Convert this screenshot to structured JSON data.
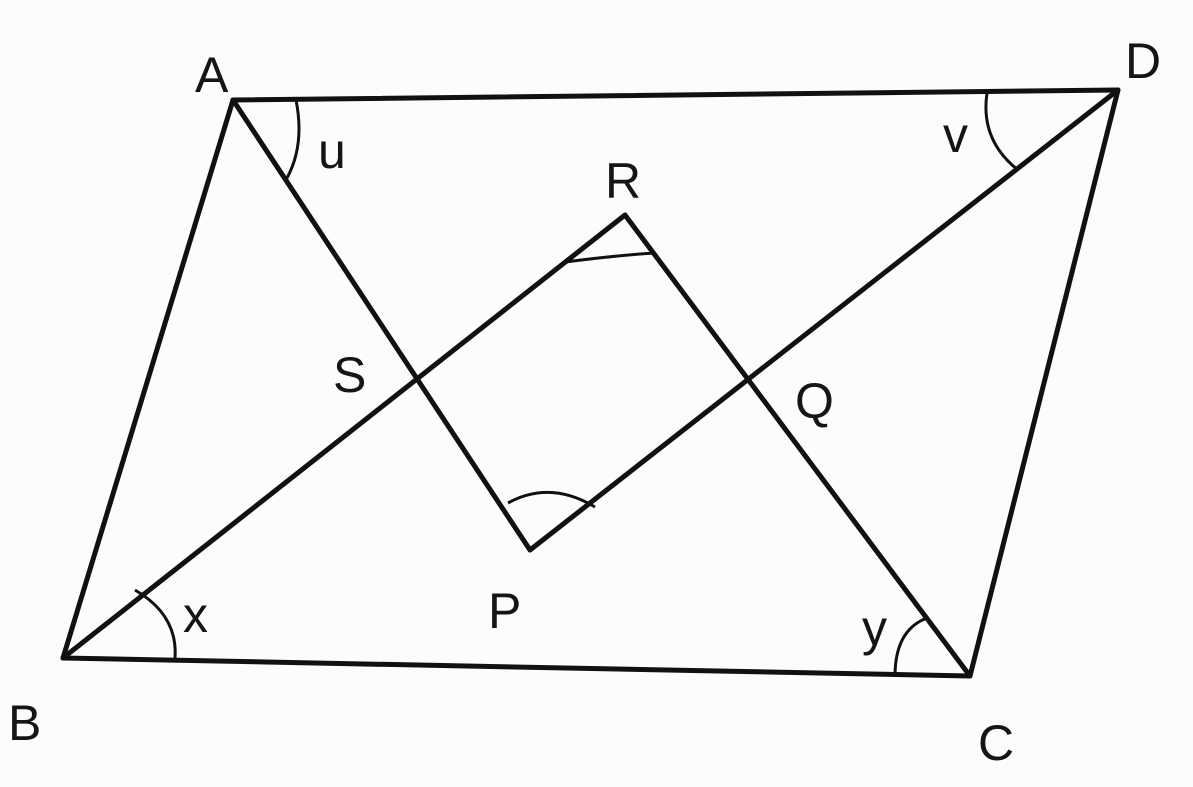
{
  "diagram": {
    "title": "Parallelogram ABCD with angle bisectors forming PQRS",
    "points": {
      "A": "A",
      "B": "B",
      "C": "C",
      "D": "D",
      "P": "P",
      "Q": "Q",
      "R": "R",
      "S": "S"
    },
    "angles": {
      "u": "u",
      "v": "v",
      "x": "x",
      "y": "y"
    },
    "stroke_color": "#111111"
  }
}
